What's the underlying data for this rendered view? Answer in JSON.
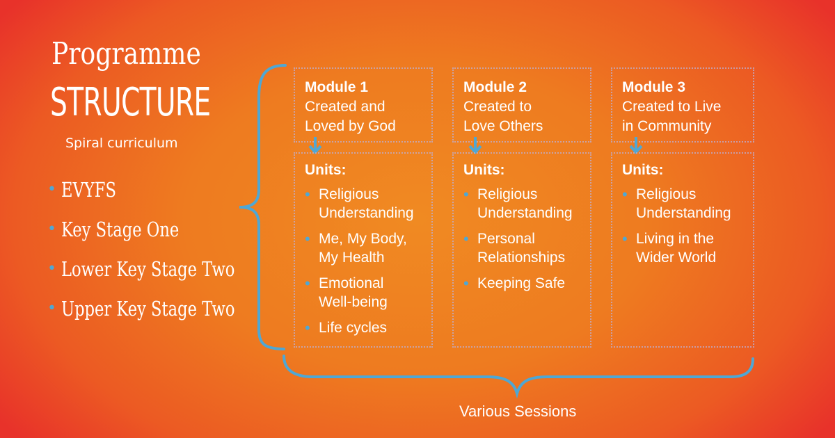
{
  "title_line1": "Programme",
  "title_line2": "STRUCTURE",
  "subtitle": "Spiral curriculum",
  "key_stages": [
    "EVYFS",
    "Key Stage One",
    "Lower Key Stage Two",
    "Upper Key Stage Two"
  ],
  "modules": [
    {
      "name": "Module 1",
      "title": "Created and\nLoved by God",
      "units_label": "Units:",
      "units": [
        "Religious\nUnderstanding",
        "Me, My Body,\nMy Health",
        "Emotional\nWell-being",
        "Life cycles"
      ]
    },
    {
      "name": "Module 2",
      "title": "Created to\nLove Others",
      "units_label": "Units:",
      "units": [
        "Religious\nUnderstanding",
        "Personal\nRelationships",
        "Keeping Safe"
      ]
    },
    {
      "name": "Module 3",
      "title": "Created to Live\nin Community",
      "units_label": "Units:",
      "units": [
        "Religious\nUnderstanding",
        "Living in the\nWider World"
      ]
    }
  ],
  "bottom_label": "Various Sessions",
  "colors": {
    "background_center": "#f08a22",
    "background_edge": "#e8322a",
    "accent_blue": "#4fa7d4",
    "text": "#ffffff"
  }
}
